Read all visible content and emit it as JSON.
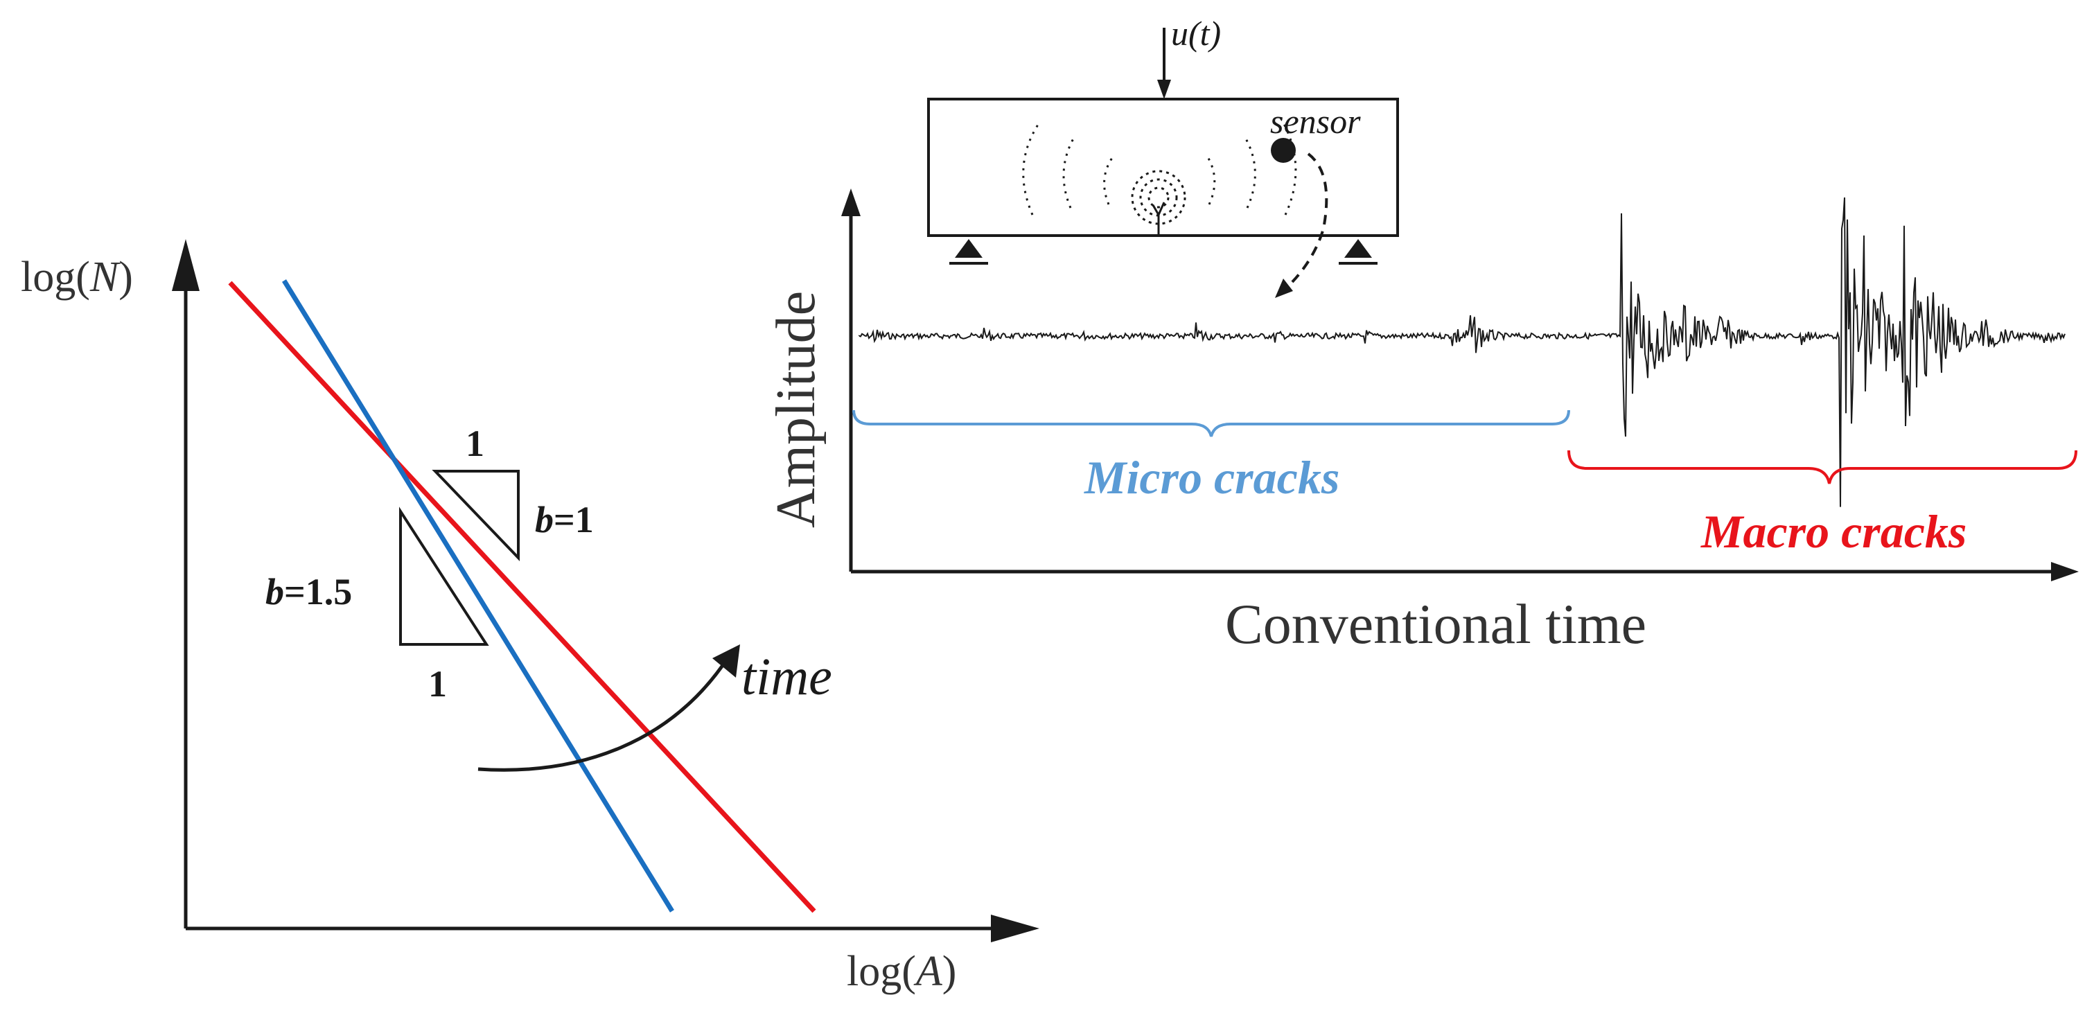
{
  "colors": {
    "ink": "#1a1a1a",
    "red": "#e8141b",
    "blue": "#1a6fc1",
    "micro": "#5b9bd5",
    "macro": "#e8141b",
    "axis_text": "#333333"
  },
  "gr_plot": {
    "y_label_pre": "log(",
    "y_label_var": "N",
    "y_label_post": ")",
    "x_label_pre": "log(",
    "x_label_var": "A",
    "x_label_post": ")",
    "red_triangle_top": "1",
    "red_triangle_b": "b",
    "red_triangle_bval": "=1",
    "blue_triangle_side": "1",
    "blue_triangle_b": "b",
    "blue_triangle_bval": "=1.5",
    "time_label": "time"
  },
  "signal_plot": {
    "y_label": "Amplitude",
    "x_label": "Conventional time",
    "micro_label": "Micro cracks",
    "macro_label": "Macro cracks",
    "beam_load_label": "u(t)",
    "sensor_label": "sensor"
  }
}
